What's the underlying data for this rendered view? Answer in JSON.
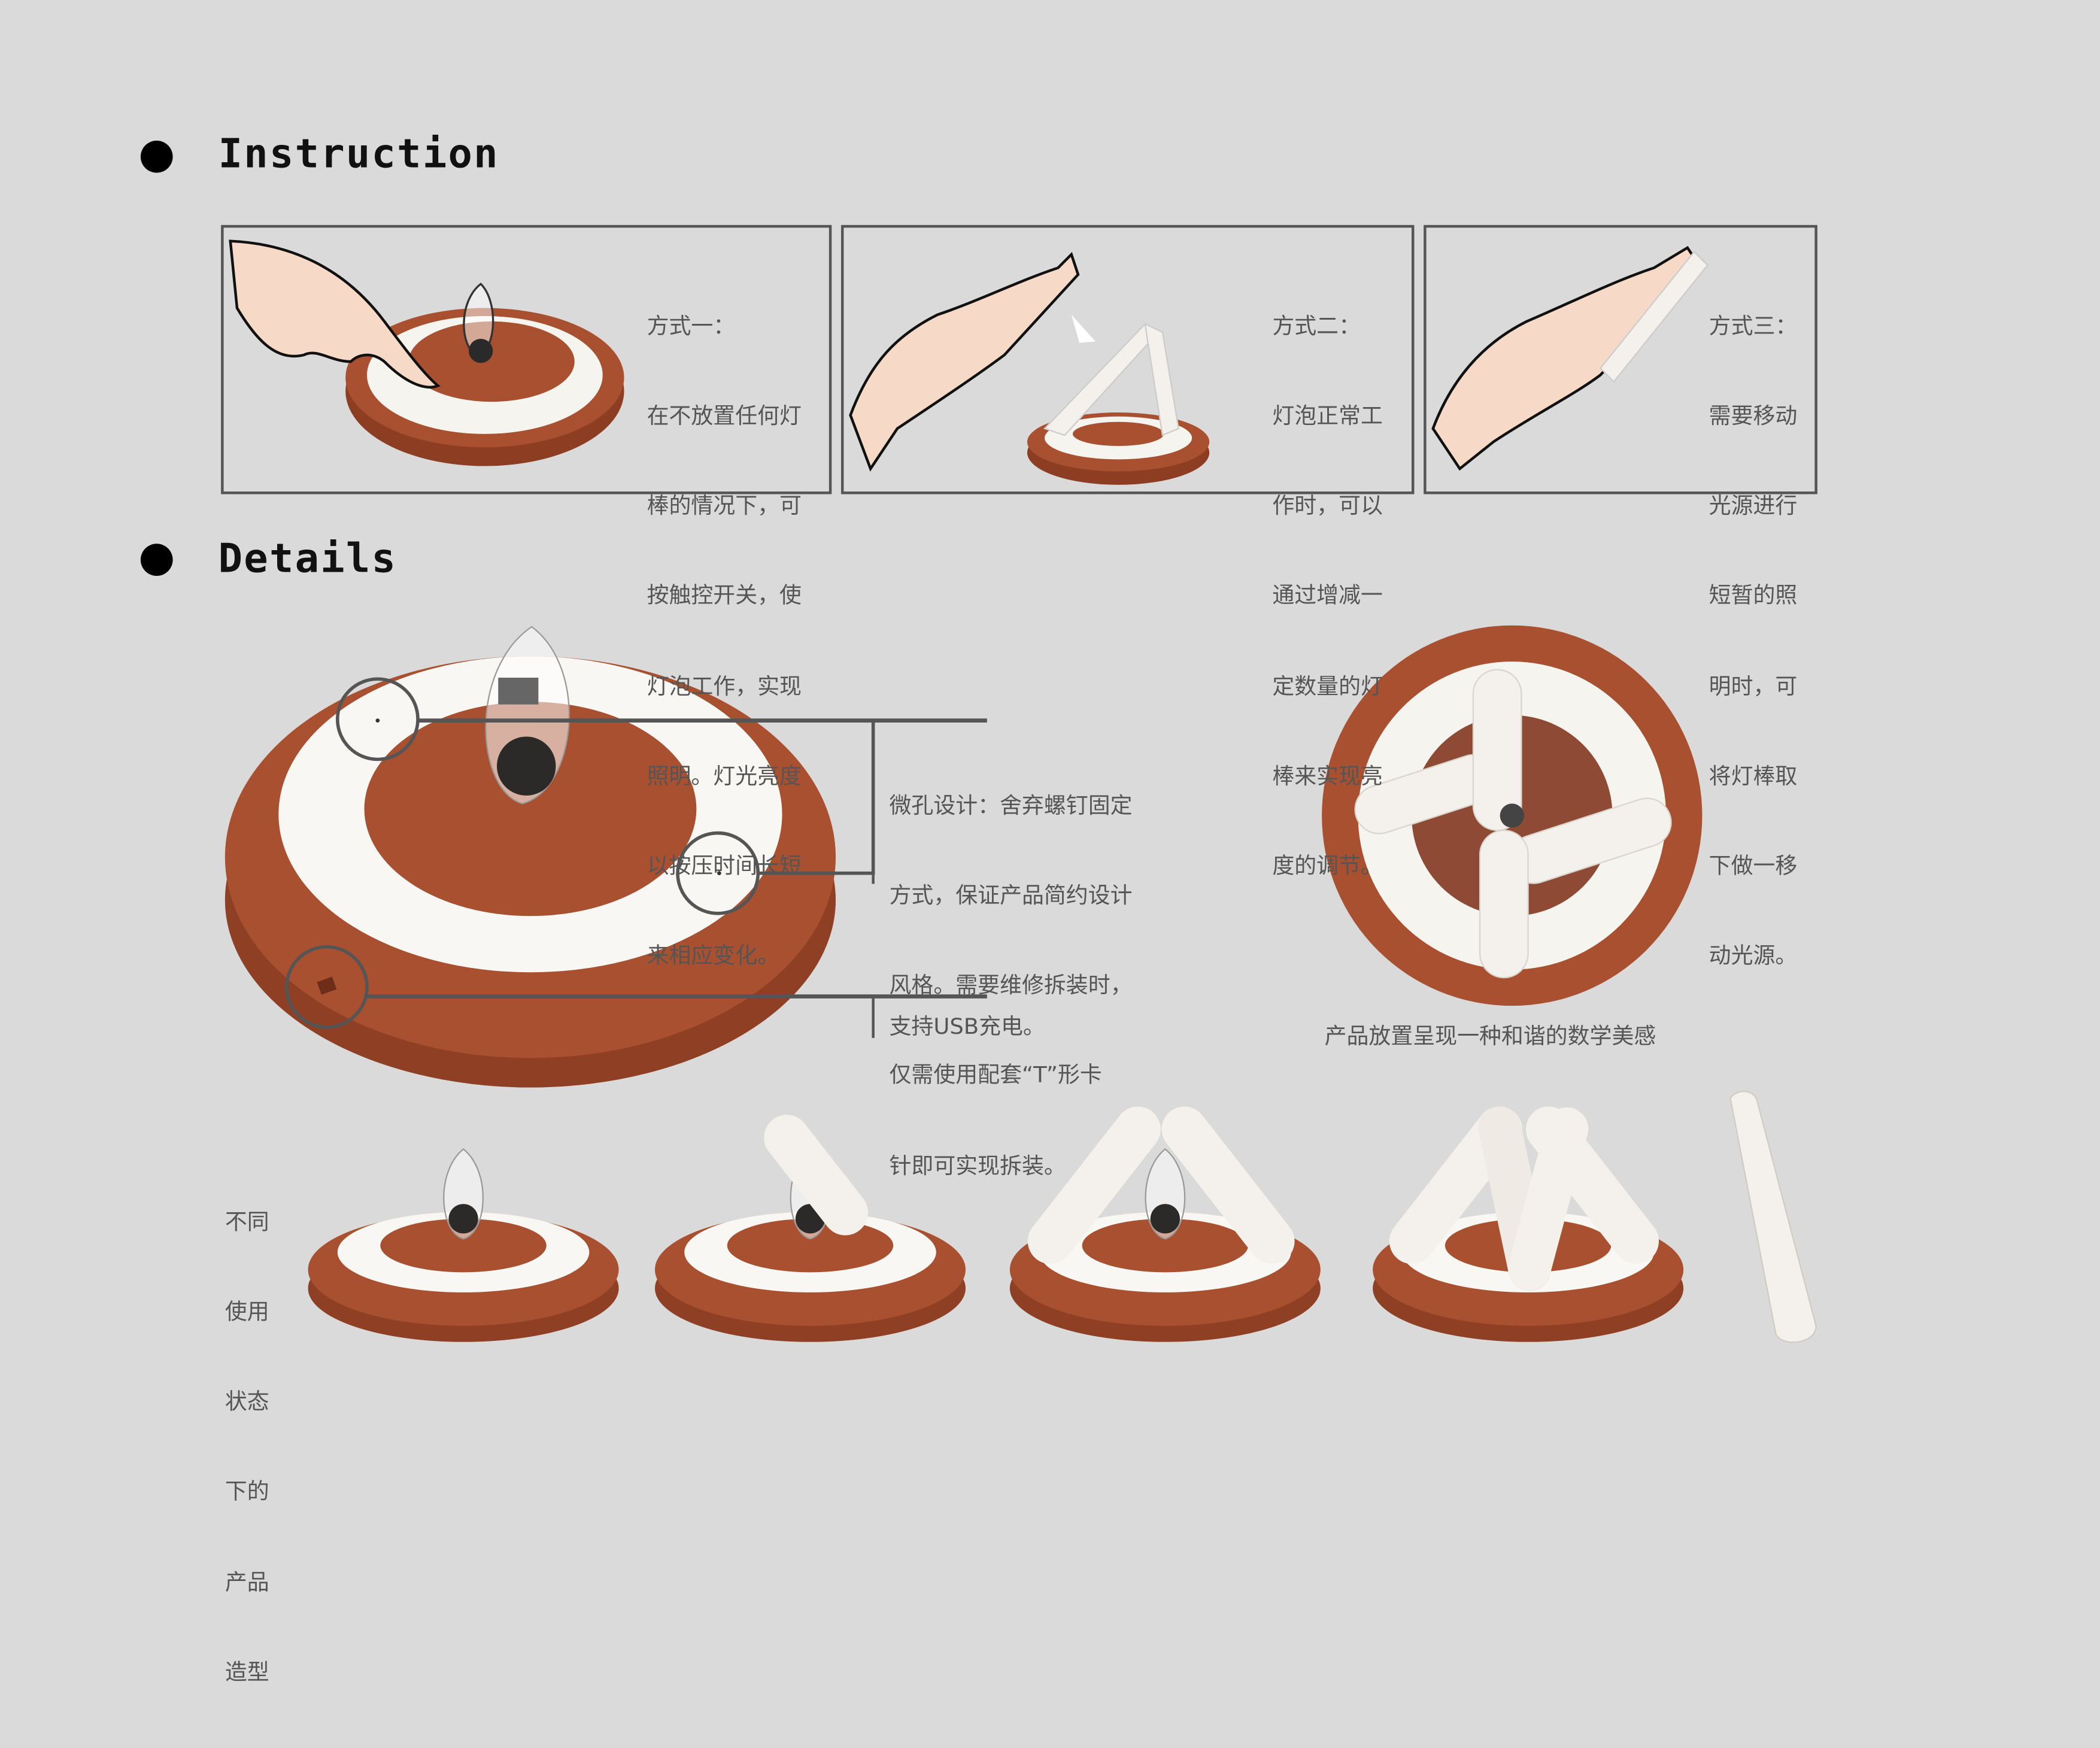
{
  "sections": {
    "instruction": {
      "title": "Instruction"
    },
    "details": {
      "title": "Details"
    }
  },
  "instruction_panels": [
    {
      "title": "方式一：",
      "lines": [
        "在不放置任何灯",
        "棒的情况下，可",
        "按触控开关，使",
        "灯泡工作，实现",
        "照明。灯光亮度",
        "以按压时间长短",
        "来相应变化。"
      ]
    },
    {
      "title": "方式二：",
      "lines": [
        "灯泡正常工",
        "作时，可以",
        "通过增减一",
        "定数量的灯",
        "棒来实现亮",
        "度的调节。"
      ]
    },
    {
      "title": "方式三：",
      "lines": [
        "需要移动",
        "光源进行",
        "短暂的照",
        "明时，可",
        "将灯棒取",
        "下做一移",
        "动光源。"
      ]
    }
  ],
  "details": {
    "callout_holes": [
      "微孔设计：舍弃螺钉固定",
      "方式，保证产品简约设计",
      "风格。需要维修拆装时，",
      "仅需使用配套“T”形卡",
      "针即可实现拆装。"
    ],
    "callout_usb": "支持USB充电。",
    "top_view_caption": "产品放置呈现一种和谐的数学美感",
    "states_label": [
      "不同",
      "使用",
      "状态",
      "下的",
      "产品",
      "造型"
    ]
  },
  "colors": {
    "background": "#d9dad9",
    "terracotta": "#a8502f",
    "ring_white": "#f6f4ef",
    "skin": "#f6d9c6",
    "text": "#555555"
  }
}
